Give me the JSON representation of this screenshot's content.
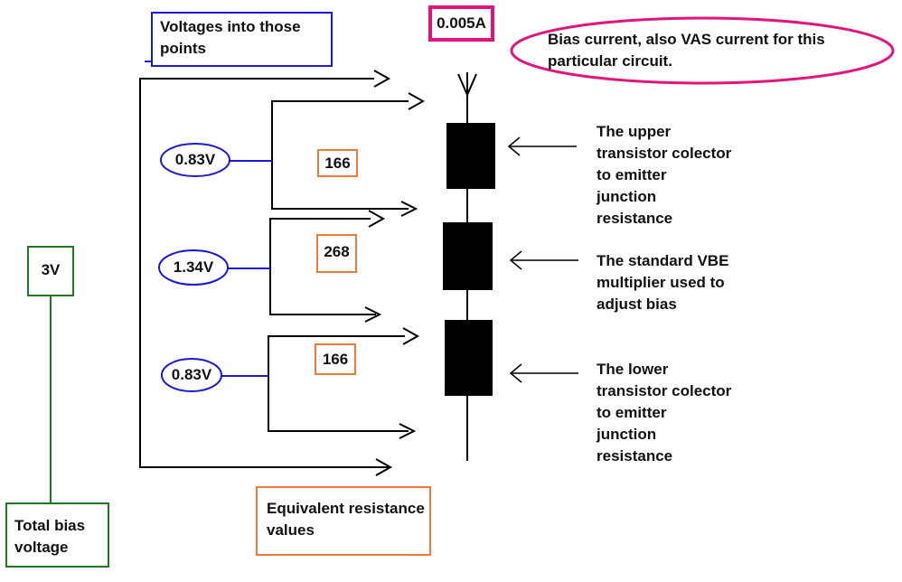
{
  "colors": {
    "blue": "#1a1ad6",
    "pink": "#e0147a",
    "green": "#1f7a1f",
    "orange": "#f07a3a",
    "black": "#000000"
  },
  "bias_current": {
    "value": "0.005A",
    "note": "Bias current, also VAS current for this particular circuit."
  },
  "header_note": "Voltages into those points",
  "segments": [
    {
      "voltage": "0.83V",
      "resistance": "166",
      "description_lines": [
        "The upper",
        "transistor colector",
        "to emitter",
        "junction",
        "resistance"
      ]
    },
    {
      "voltage": "1.34V",
      "resistance": "268",
      "description_lines": [
        "The standard VBE",
        "multiplier used to",
        "adjust bias"
      ]
    },
    {
      "voltage": "0.83V",
      "resistance": "166",
      "description_lines": [
        "The lower",
        "transistor colector",
        "to emitter",
        "junction",
        "resistance"
      ]
    }
  ],
  "total": {
    "voltage": "3V",
    "label": "Total bias voltage"
  },
  "resistance_caption": "Equivalent resistance values"
}
